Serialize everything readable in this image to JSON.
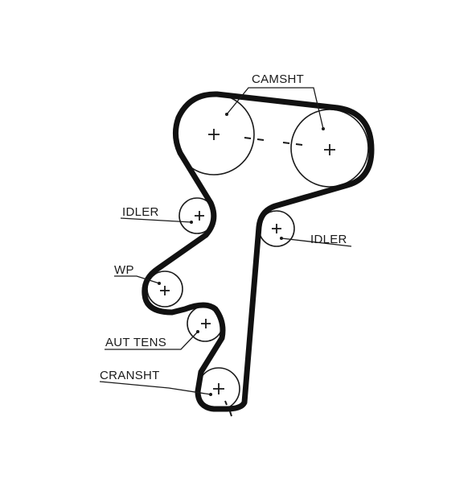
{
  "labels": {
    "camshaft": "CAMSHT",
    "idler_left": "IDLER",
    "idler_right": "IDLER",
    "water_pump": "WP",
    "auto_tensioner": "AUT TENS",
    "crankshaft": "CRANSHT"
  }
}
